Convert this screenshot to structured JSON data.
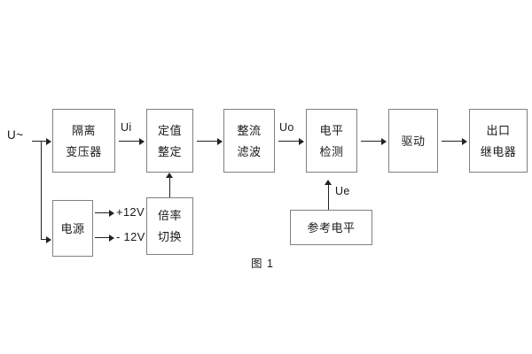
{
  "figure": {
    "caption": "图 1",
    "source_label": "U~",
    "colors": {
      "box_border": "#808080",
      "connector": "#222222",
      "text": "#1a1a1a",
      "background": "#ffffff"
    }
  },
  "blocks": [
    {
      "id": "isolation-transformer",
      "lines": [
        "隔离",
        "变压器"
      ]
    },
    {
      "id": "setting-value",
      "lines": [
        "定值",
        "整定"
      ]
    },
    {
      "id": "rectify-filter",
      "lines": [
        "整流",
        "滤波"
      ]
    },
    {
      "id": "level-detection",
      "lines": [
        "电平",
        "检测"
      ]
    },
    {
      "id": "drive",
      "lines": [
        "驱动"
      ]
    },
    {
      "id": "output-relay",
      "lines": [
        "出口",
        "继电器"
      ]
    },
    {
      "id": "power-supply",
      "lines": [
        "电源"
      ]
    },
    {
      "id": "ratio-switch",
      "lines": [
        "倍率",
        "切换"
      ]
    },
    {
      "id": "reference-level",
      "lines": [
        "参考电平"
      ]
    }
  ],
  "signals": {
    "ui": "Ui",
    "uo": "Uo",
    "ue": "Ue"
  },
  "rails": {
    "positive": "+12V",
    "negative": "- 12V"
  }
}
